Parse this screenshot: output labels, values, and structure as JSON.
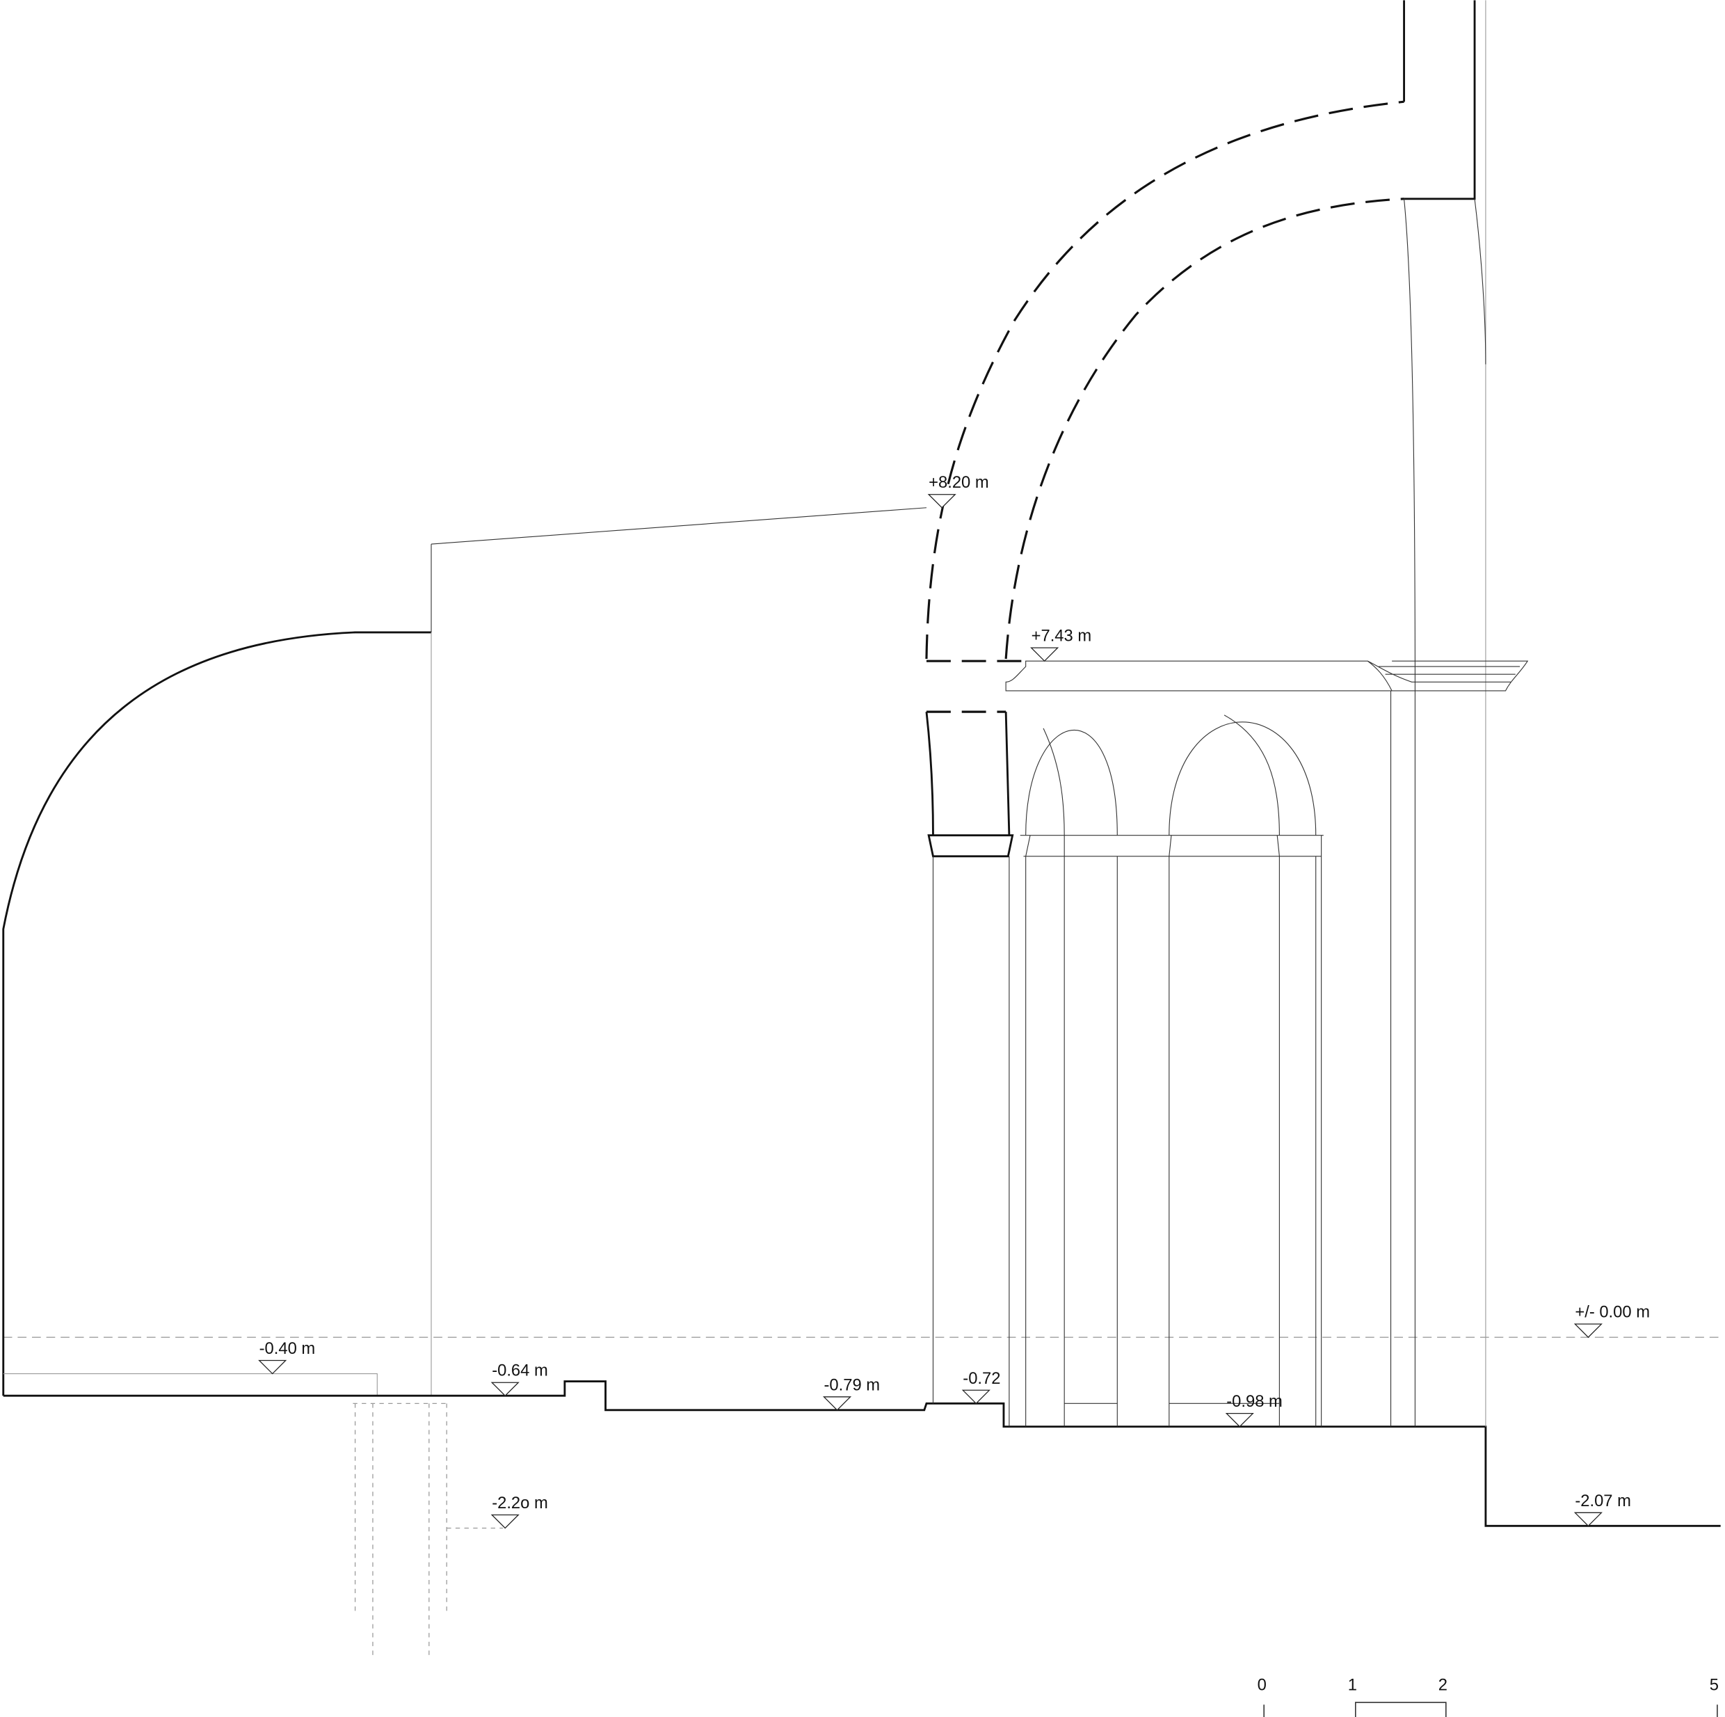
{
  "levels": [
    {
      "label": "+8.20 m"
    },
    {
      "label": "+7.43 m"
    },
    {
      "label": "-0.40 m"
    },
    {
      "label": "-0.64 m"
    },
    {
      "label": "-0.79 m"
    },
    {
      "label": "-0.72"
    },
    {
      "label": "-0.98 m"
    },
    {
      "label": "+/- 0.00 m"
    },
    {
      "label": "-2.2o m"
    },
    {
      "label": "-2.07 m"
    }
  ],
  "scale_bar": {
    "ticks": [
      "0",
      "1",
      "2",
      "5"
    ]
  }
}
